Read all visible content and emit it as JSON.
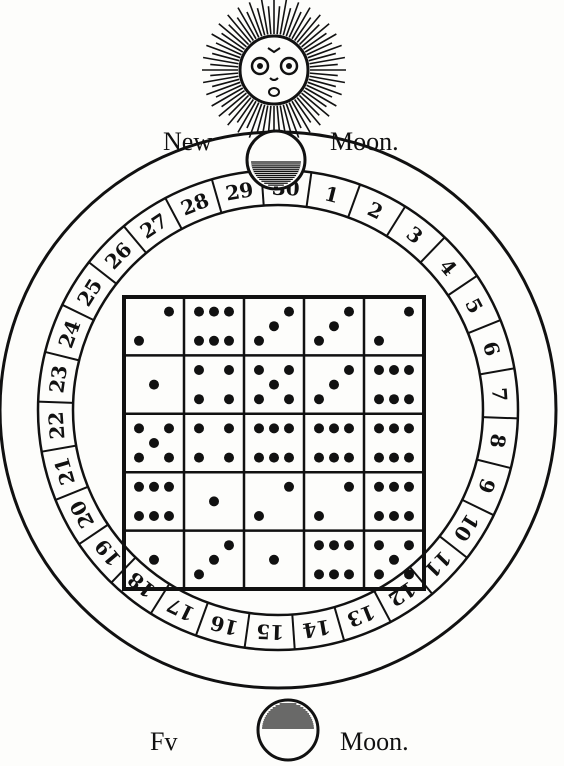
{
  "labels": {
    "top_left": "New",
    "top_right": "Moon.",
    "bottom_left": "Fv",
    "bottom_right": "Moon."
  },
  "ring": {
    "days": [
      "30",
      "1",
      "2",
      "3",
      "4",
      "5",
      "6",
      "7",
      "8",
      "9",
      "10",
      "11",
      "12",
      "13",
      "14",
      "15",
      "16",
      "17",
      "18",
      "19",
      "20",
      "21",
      "22",
      "23",
      "24",
      "25",
      "26",
      "27",
      "28",
      "29"
    ]
  },
  "grid": {
    "rows": 5,
    "cols": 5,
    "dot_counts": [
      [
        2,
        6,
        3,
        3,
        2
      ],
      [
        1,
        4,
        5,
        3,
        6
      ],
      [
        5,
        4,
        6,
        6,
        6
      ],
      [
        6,
        1,
        2,
        2,
        6
      ],
      [
        1,
        3,
        1,
        6,
        5
      ]
    ]
  },
  "colors": {
    "ink": "#111111",
    "paper": "#fdfdfb"
  },
  "icons": {
    "sun": "sun-face-icon",
    "new_moon": "new-moon-orb-icon",
    "full_moon": "full-moon-orb-icon"
  }
}
